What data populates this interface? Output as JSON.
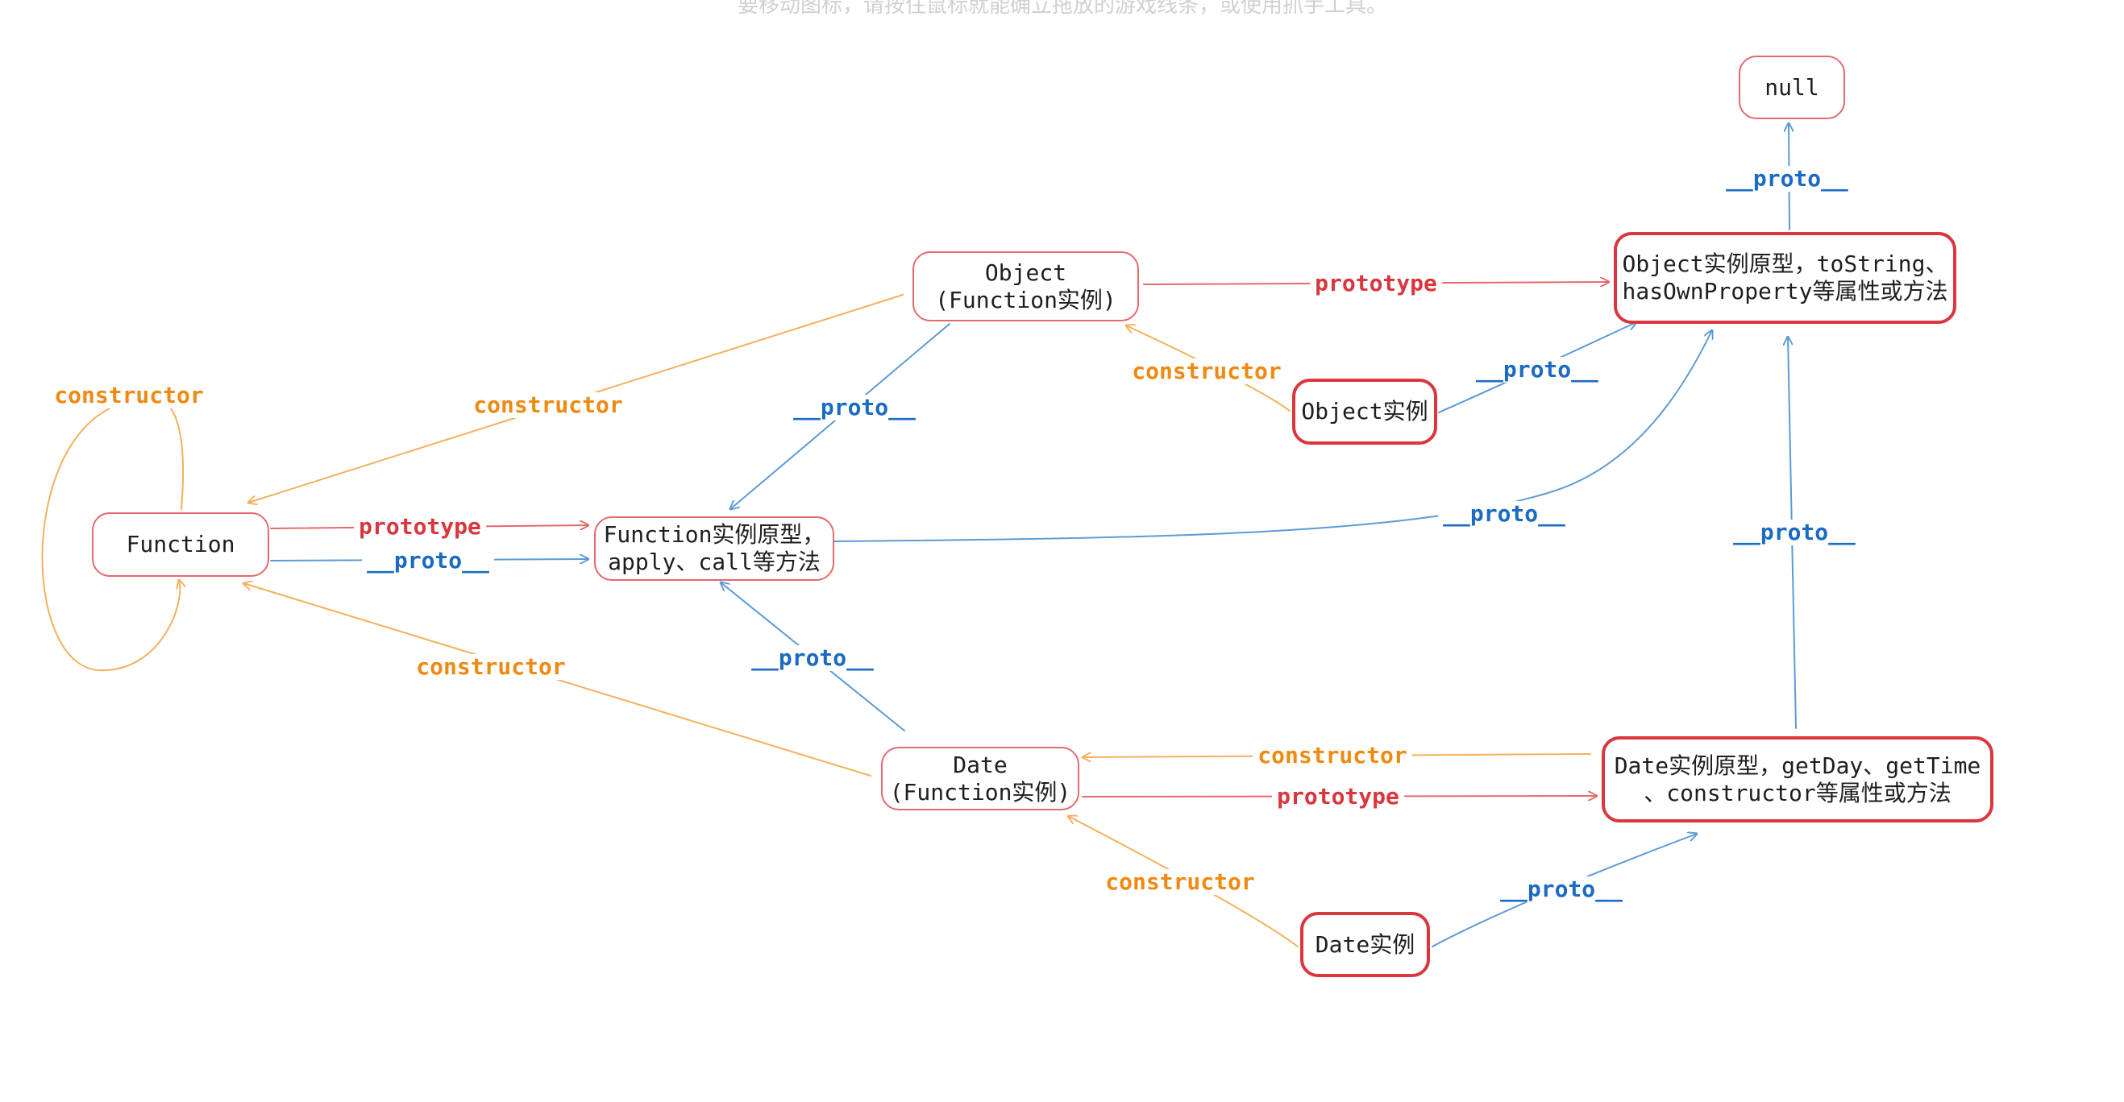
{
  "colors": {
    "proto": "#5b9bd5",
    "proto_text": "#1c6bc2",
    "prototype": "#e46a6e",
    "prototype_text": "#d9363e",
    "constructor": "#f4b15c",
    "constructor_text": "#ee8a12",
    "node_border": "#e46a6e",
    "node_border_bold": "#d9363e"
  },
  "nodes": {
    "null": {
      "lines": [
        "null"
      ]
    },
    "object": {
      "lines": [
        "Object",
        "(Function实例)"
      ]
    },
    "object_proto": {
      "lines": [
        "Object实例原型，toString、",
        "hasOwnProperty等属性或方法"
      ]
    },
    "object_instance": {
      "lines": [
        "Object实例"
      ]
    },
    "function": {
      "lines": [
        "Function"
      ]
    },
    "function_proto": {
      "lines": [
        "Function实例原型，",
        "apply、call等方法"
      ]
    },
    "date": {
      "lines": [
        "Date",
        "(Function实例)"
      ]
    },
    "date_proto": {
      "lines": [
        "Date实例原型，getDay、getTime",
        "、constructor等属性或方法"
      ]
    },
    "date_instance": {
      "lines": [
        "Date实例"
      ]
    }
  },
  "edge_labels": {
    "proto": "__proto__",
    "prototype": "prototype",
    "constructor": "constructor"
  },
  "top_note": "要移动图标，请按住鼠标就能确立拖放的游戏线条，或使用抓手工具。"
}
